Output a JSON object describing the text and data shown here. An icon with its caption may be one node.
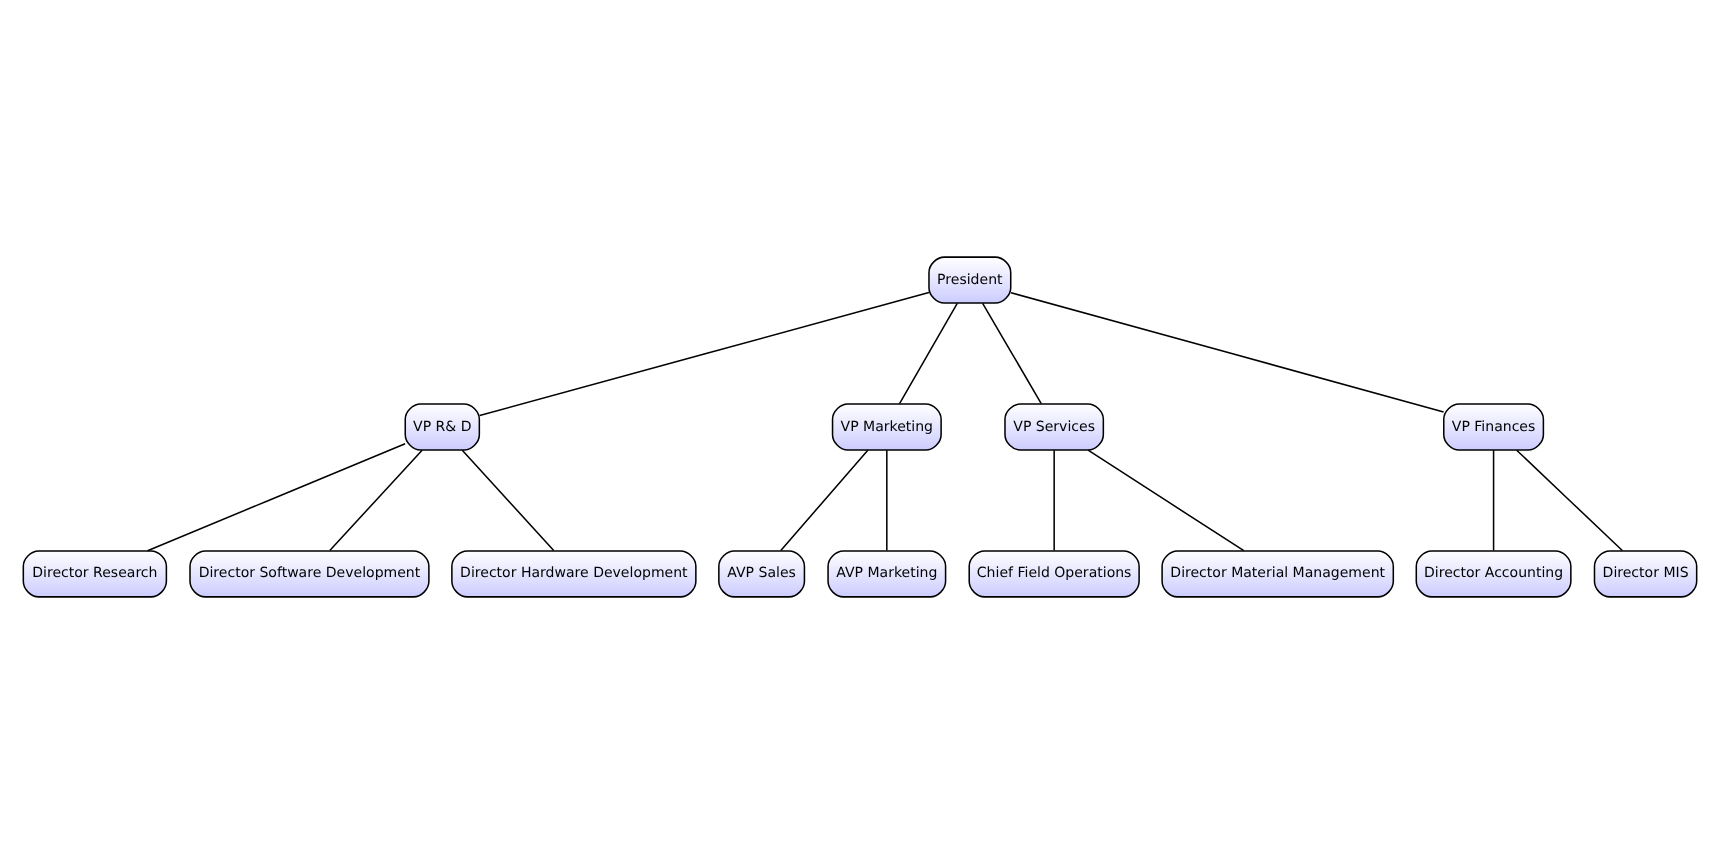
{
  "diagram": {
    "nodes": [
      {
        "text": [
          "President"
        ]
      },
      {
        "text": [
          "VP R& D"
        ]
      },
      {
        "text": [
          "VP Marketing"
        ]
      },
      {
        "text": [
          "VP Services"
        ]
      },
      {
        "text": [
          "VP Finances"
        ]
      },
      {
        "text": [
          "Director Research"
        ]
      },
      {
        "text": [
          "Director Software Development"
        ]
      },
      {
        "text": [
          "Director Hardware Development"
        ]
      },
      {
        "text": [
          "AVP Sales"
        ]
      },
      {
        "text": [
          "AVP Marketing"
        ]
      },
      {
        "text": [
          "Chief Field Operations"
        ]
      },
      {
        "text": [
          "Director Material Management"
        ]
      },
      {
        "text": [
          "Director Accounting"
        ]
      },
      {
        "text": [
          "Director MIS"
        ]
      }
    ],
    "edges": [
      {
        "from": 0,
        "to": 1,
        "arrow": "none"
      },
      {
        "from": 0,
        "to": 2,
        "arrow": "none"
      },
      {
        "from": 0,
        "to": 3,
        "arrow": "none"
      },
      {
        "from": 0,
        "to": 4,
        "arrow": "none"
      },
      {
        "from": 1,
        "to": 5,
        "arrow": "none"
      },
      {
        "from": 1,
        "to": 6,
        "arrow": "none"
      },
      {
        "from": 1,
        "to": 7,
        "arrow": "none"
      },
      {
        "from": 2,
        "to": 8,
        "arrow": "none"
      },
      {
        "from": 2,
        "to": 9,
        "arrow": "none"
      },
      {
        "from": 3,
        "to": 10,
        "arrow": "none"
      },
      {
        "from": 3,
        "to": 11,
        "arrow": "none"
      },
      {
        "from": 4,
        "to": 12,
        "arrow": "none"
      },
      {
        "from": 4,
        "to": 13,
        "arrow": "none"
      }
    ]
  }
}
